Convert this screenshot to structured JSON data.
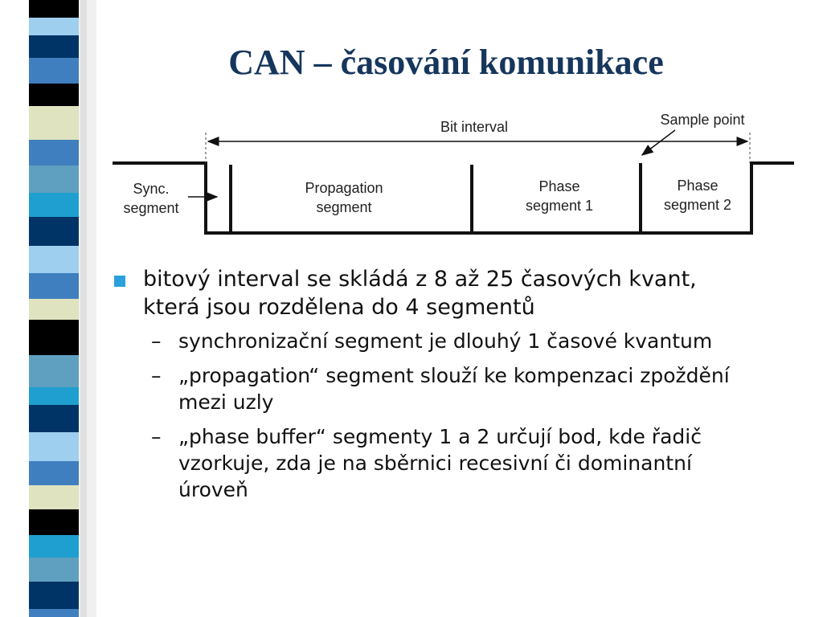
{
  "slide": {
    "title": "CAN – časování komunikace",
    "colors": {
      "title": "#16365c",
      "bullet_marker": "#2aa0dc",
      "strip": [
        "#003366",
        "#3f7fbf",
        "#9fcfef",
        "#000000",
        "#dfe3bf",
        "#1f9fcf",
        "#5f9fbf"
      ]
    }
  },
  "diagram": {
    "bit_interval_label": "Bit interval",
    "sample_point_label": "Sample point",
    "segments": {
      "sync": [
        "Sync.",
        "segment"
      ],
      "propagation": [
        "Propagation",
        "segment"
      ],
      "phase1": [
        "Phase",
        "segment 1"
      ],
      "phase2": [
        "Phase",
        "segment 2"
      ]
    }
  },
  "bullets": {
    "main": "bitový interval se skládá z 8 až 25 časových kvant, která jsou rozdělena do 4 segmentů",
    "sub": [
      {
        "dash": "–",
        "text": "synchronizační segment je dlouhý 1 časové kvantum"
      },
      {
        "dash": "–",
        "text": "„propagation“ segment slouží ke kompenzaci zpoždění mezi uzly"
      },
      {
        "dash": "–",
        "text": "„phase buffer“ segmenty 1 a 2 určují bod, kde řadič vzorkuje, zda je na sběrnici recesivní či dominantní úroveň"
      }
    ]
  }
}
